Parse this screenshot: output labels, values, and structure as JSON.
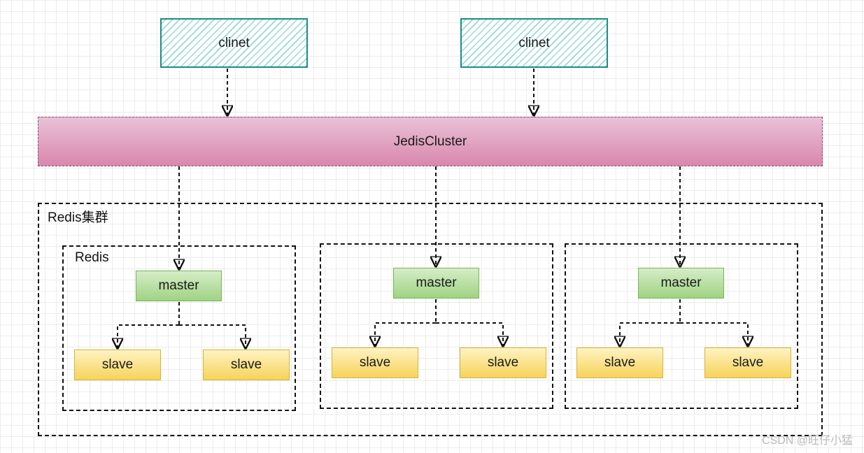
{
  "clients": [
    {
      "label": "clinet"
    },
    {
      "label": "clinet"
    }
  ],
  "jedis": {
    "label": "JedisCluster"
  },
  "cluster": {
    "label": "Redis集群"
  },
  "groups": [
    {
      "label": "Redis",
      "master": "master",
      "slaves": [
        "slave",
        "slave"
      ]
    },
    {
      "label": "",
      "master": "master",
      "slaves": [
        "slave",
        "slave"
      ]
    },
    {
      "label": "",
      "master": "master",
      "slaves": [
        "slave",
        "slave"
      ]
    }
  ],
  "watermark": "CSDN @旺仔小猛",
  "colors": {
    "client_border": "#1a8c86",
    "jedis_fill": "#d987ad",
    "master_fill": "#9fd382",
    "slave_fill": "#f6d35a",
    "connector": "#111111"
  }
}
